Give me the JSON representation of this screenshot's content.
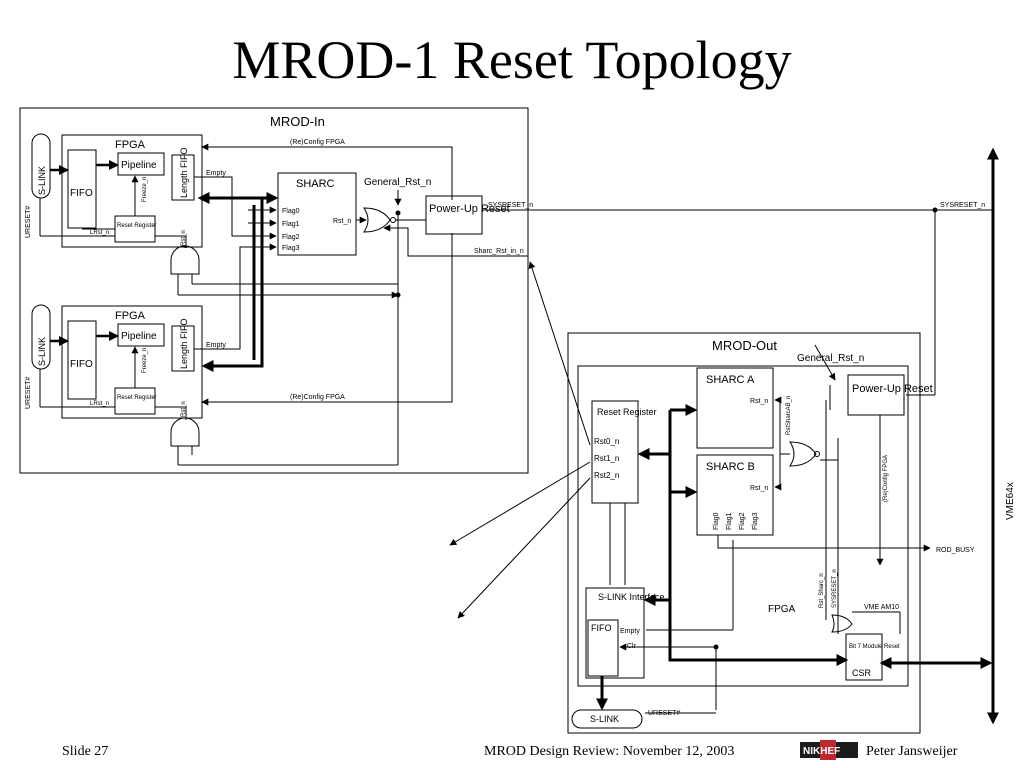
{
  "title": "MROD-1 Reset Topology",
  "footer": {
    "slide_number": "Slide 27",
    "center_text": "MROD Design Review: November 12, 2003",
    "author": "Peter Jansweijer",
    "logo_text": "NIKHEF"
  },
  "mrod_in": {
    "label": "MROD-In",
    "fpga_label": "FPGA",
    "slink": "S-LINK",
    "ureset": "URESET#",
    "fifo": "FIFO",
    "pipeline": "Pipeline",
    "length_fifo": "Length FIFO",
    "freeze": "Freeze_n",
    "reset_register": "Reset Register",
    "lrst": "LRst_n",
    "empty": "Empty",
    "rst_n": "Rst_n",
    "reconfig": "(Re)Config FPGA",
    "sharc": {
      "label": "SHARC",
      "flags": [
        "Flag0",
        "Flag1",
        "Flag2",
        "Flag3"
      ],
      "rst_n": "Rst_n"
    },
    "general_rst": "General_Rst_n",
    "power_up_reset": "Power-Up Reset",
    "sysreset": "SYSRESET_n",
    "sharc_rst_in": "Sharc_Rst_in_n"
  },
  "mrod_out": {
    "label": "MROD-Out",
    "general_rst": "General_Rst_n",
    "power_up_reset": "Power-Up Reset",
    "sharc_a": "SHARC A",
    "sharc_b": "SHARC B",
    "rst_n": "Rst_n",
    "rst_sharc_ab": "RstSharcAB_n",
    "reset_register": "Reset Register",
    "rst_outputs": [
      "Rst0_n",
      "Rst1_n",
      "Rst2_n"
    ],
    "flags": [
      "Flag0",
      "Flag1",
      "Flag2",
      "Flag3"
    ],
    "reconfig": "(Re)Config FPGA",
    "rod_busy": "ROD_BUSY",
    "fpga_label": "FPGA",
    "rst_sharc": "Rst_Sharc_n",
    "sysreset": "SYSRESET_n",
    "vme_am10": "VME AM10",
    "csr_block": "Bit 7 Module Reset",
    "csr": "CSR",
    "slink_interface": "S-LINK Interface",
    "fifo": "FIFO",
    "empty": "Empty",
    "clr": "Clr",
    "slink": "S-LINK",
    "ureset": "URESET#"
  },
  "sysreset_bus": "SYSRESET_n",
  "vme_bus": "VME64x"
}
